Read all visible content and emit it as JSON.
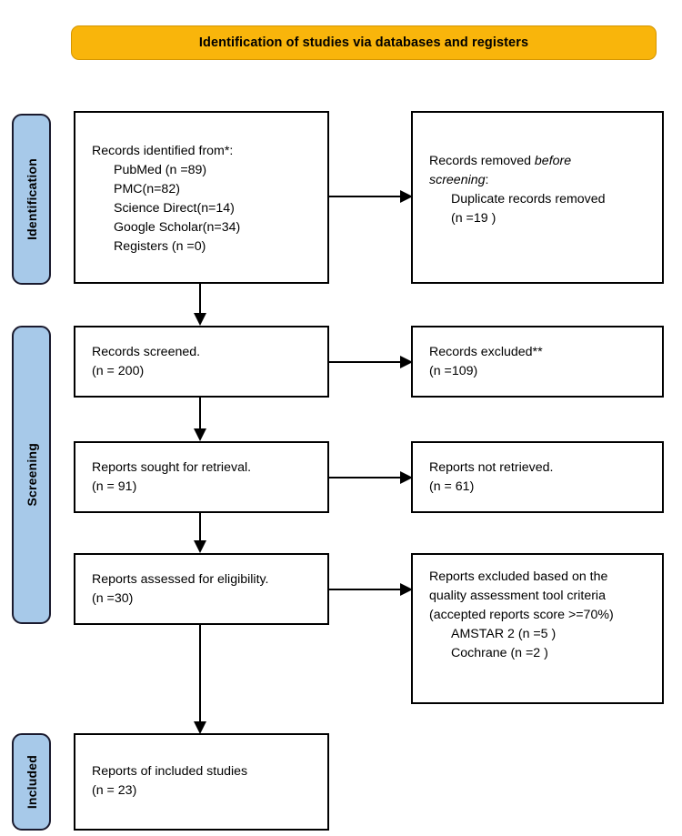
{
  "banner": {
    "title": "Identification of studies via databases and registers",
    "bg_color": "#f9b50b"
  },
  "stages": [
    {
      "id": "identification",
      "label": "Identification"
    },
    {
      "id": "screening",
      "label": "Screening"
    },
    {
      "id": "included",
      "label": "Included"
    }
  ],
  "stage_color": "#a7c9e9",
  "boxes": {
    "identified": {
      "heading": "Records identified from*:",
      "items": [
        "PubMed (n =89)",
        "PMC(n=82)",
        "Science Direct(n=14)",
        "Google Scholar(n=34)",
        "Registers (n =0)"
      ]
    },
    "removed": {
      "line1_prefix": "Records removed ",
      "line1_italic": "before",
      "line2_italic": "screening",
      "line2_suffix": ":",
      "items": [
        "Duplicate records removed",
        "(n =19 )"
      ]
    },
    "screened": {
      "line1": "Records screened.",
      "line2": "(n = 200)"
    },
    "excluded": {
      "line1": "Records excluded**",
      "line2": "(n =109)"
    },
    "sought": {
      "line1": "Reports sought for retrieval.",
      "line2": "(n = 91)"
    },
    "not_retrieved": {
      "line1": "Reports not retrieved.",
      "line2": "(n = 61)"
    },
    "assessed": {
      "line1": "Reports assessed for eligibility.",
      "line2": "(n =30)"
    },
    "quality_excluded": {
      "line1": "Reports excluded based on the",
      "line2": "quality assessment tool criteria",
      "line3": "(accepted reports score >=70%)",
      "items": [
        "AMSTAR 2 (n =5 )",
        "Cochrane (n =2 )"
      ]
    },
    "included": {
      "line1": "Reports of included studies",
      "line2": "(n = 23)"
    }
  },
  "connectors": [
    {
      "name": "identified-to-removed",
      "direction": "right"
    },
    {
      "name": "identified-to-screened",
      "direction": "down"
    },
    {
      "name": "screened-to-excluded",
      "direction": "right"
    },
    {
      "name": "screened-to-sought",
      "direction": "down"
    },
    {
      "name": "sought-to-not-retrieved",
      "direction": "right"
    },
    {
      "name": "sought-to-assessed",
      "direction": "down"
    },
    {
      "name": "assessed-to-quality-excluded",
      "direction": "right"
    },
    {
      "name": "assessed-to-included",
      "direction": "down"
    }
  ]
}
